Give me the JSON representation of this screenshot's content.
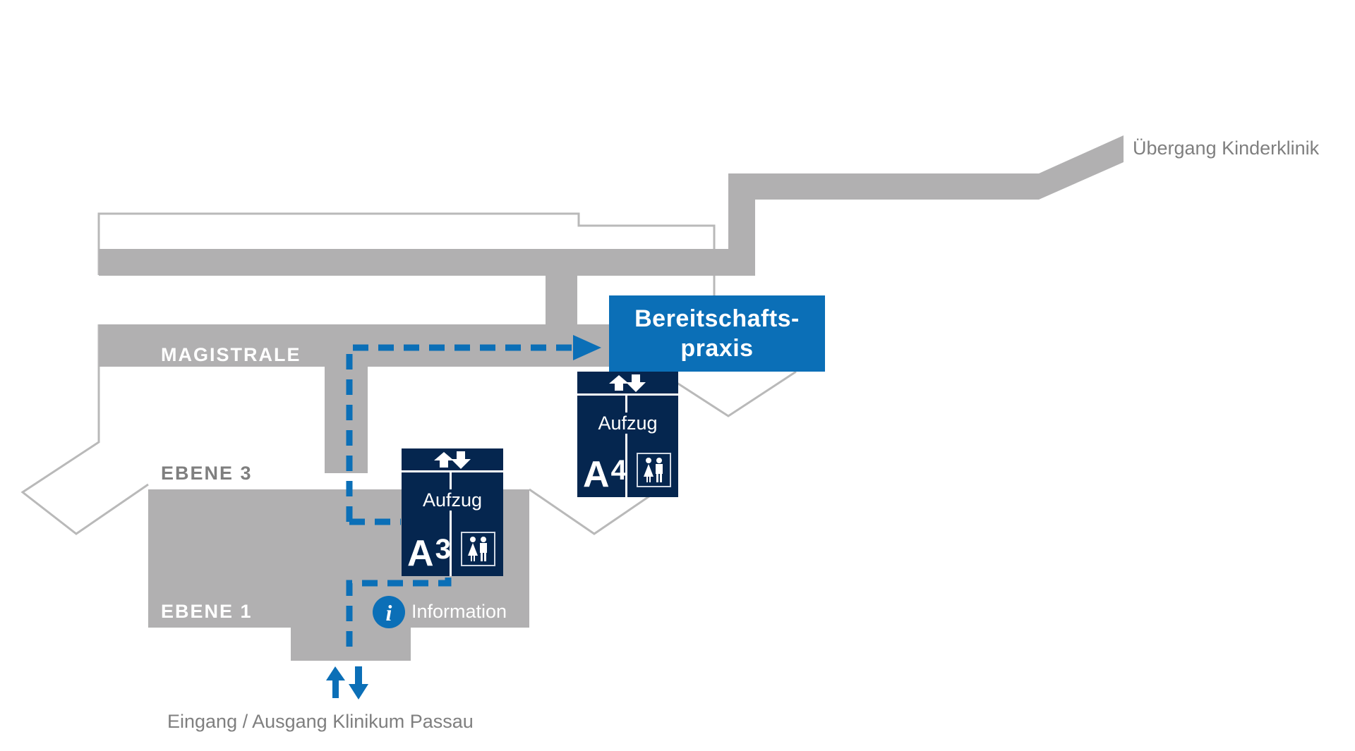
{
  "map": {
    "labels": {
      "kinderklinik": "Übergang Kinderklinik",
      "magistrale": "MAGISTRALE",
      "ebene3": "EBENE 3",
      "ebene1": "EBENE 1",
      "information": "Information",
      "entrance": "Eingang / Ausgang Klinikum Passau"
    },
    "destination": {
      "line1": "Bereitschafts-",
      "line2": "praxis"
    },
    "elevators": [
      {
        "label": "Aufzug",
        "letter": "A",
        "number": "3",
        "icons": [
          "up-down-arrows-icon",
          "restroom-icon"
        ]
      },
      {
        "label": "Aufzug",
        "letter": "A",
        "number": "4",
        "icons": [
          "up-down-arrows-icon",
          "restroom-icon"
        ]
      }
    ],
    "icons": {
      "info": "i",
      "entrance": "up-down-arrows-icon"
    },
    "colors": {
      "corridor": "#b1b0b1",
      "outline": "#b9b9b9",
      "route": "#0b6fb7",
      "destination": "#0b6fb7",
      "elevator": "#05264f",
      "label_gray": "#7f7f7f"
    }
  }
}
